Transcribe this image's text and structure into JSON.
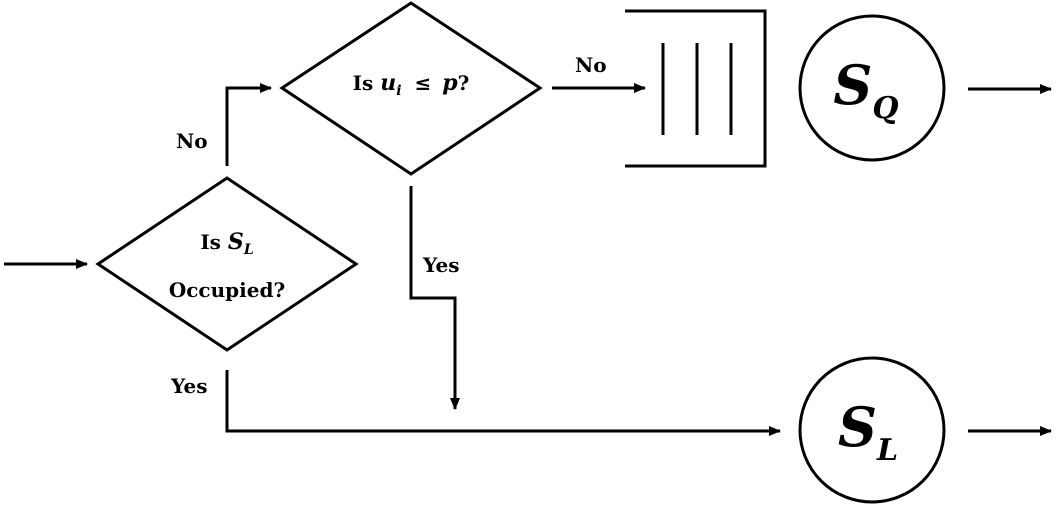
{
  "decision_occupied": {
    "line1_prefix": "Is",
    "line1_symbol": "S",
    "line1_subscript": "L",
    "line2": "Occupied?"
  },
  "decision_threshold": {
    "prefix": "Is",
    "var": "u",
    "var_sub": "i",
    "op": "≤",
    "rhs": "p",
    "suffix": "?"
  },
  "edge_labels": {
    "occupied_no": "No",
    "occupied_yes": "Yes",
    "threshold_no": "No",
    "threshold_yes": "Yes"
  },
  "servers": {
    "queue_server": {
      "symbol": "S",
      "subscript": "Q"
    },
    "local_server": {
      "symbol": "S",
      "subscript": "L"
    }
  }
}
